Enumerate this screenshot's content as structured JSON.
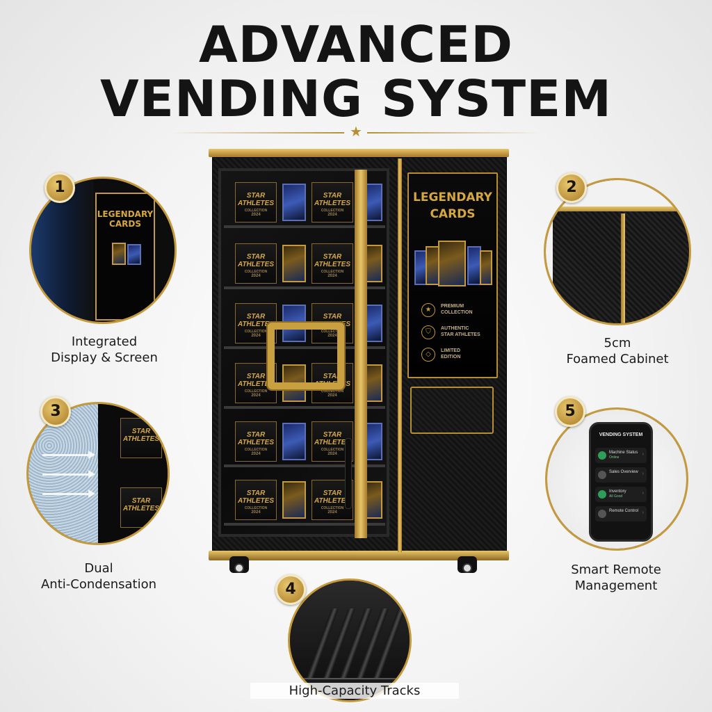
{
  "title": {
    "line1": "ADVANCED",
    "line2": "VENDING SYSTEM",
    "divider_icon": "star-icon"
  },
  "machine": {
    "screen": {
      "title_line1": "LEGENDARY",
      "title_line2": "CARDS",
      "items": [
        {
          "icon": "star-icon",
          "line1": "PREMIUM",
          "line2": "COLLECTION"
        },
        {
          "icon": "shield-icon",
          "line1": "AUTHENTIC",
          "line2": "STAR ATHLETES"
        },
        {
          "icon": "diamond-icon",
          "line1": "LIMITED",
          "line2": "EDITION"
        }
      ]
    },
    "product_box": {
      "line1": "STAR",
      "line2": "ATHLETES",
      "line3": "COLLECTION",
      "year": "2024"
    }
  },
  "features": [
    {
      "number": "1",
      "line1": "Integrated",
      "line2": "Display & Screen"
    },
    {
      "number": "2",
      "line1": "5cm",
      "line2": "Foamed Cabinet"
    },
    {
      "number": "3",
      "line1": "Dual",
      "line2": "Anti-Condensation"
    },
    {
      "number": "4",
      "line1": "High-Capacity Tracks",
      "line2": ""
    },
    {
      "number": "5",
      "line1": "Smart Remote",
      "line2": "Management"
    }
  ],
  "phone_app": {
    "title": "VENDING SYSTEM",
    "rows": [
      {
        "label": "Machine Status",
        "sub": "Online"
      },
      {
        "label": "Sales Overview",
        "sub": ""
      },
      {
        "label": "Inventory",
        "sub": "All Good"
      },
      {
        "label": "Remote Control",
        "sub": ""
      }
    ]
  },
  "colors": {
    "gold": "#c59a3d",
    "cabinet": "#141414",
    "title_text": "#141414"
  }
}
